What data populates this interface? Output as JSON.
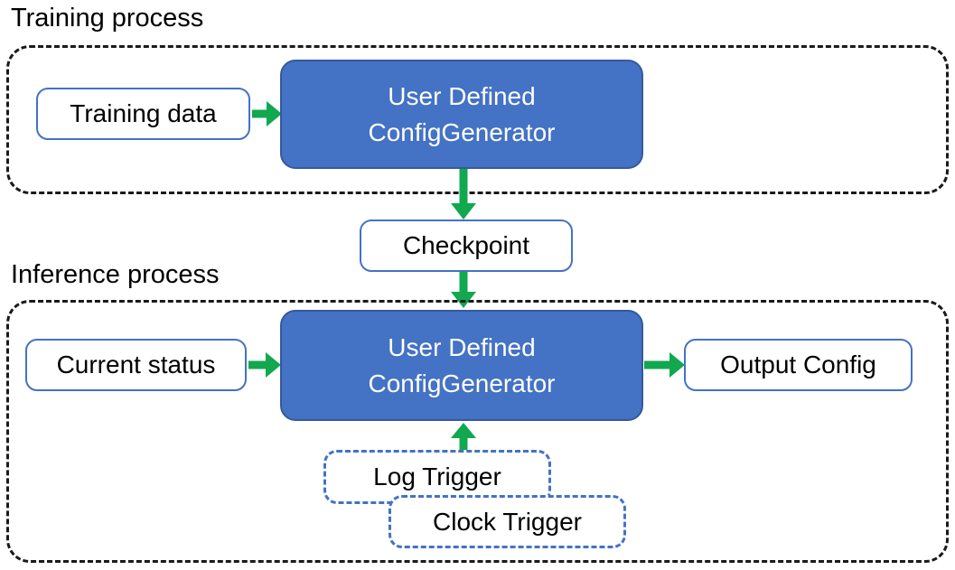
{
  "colors": {
    "box_blue_fill": "#4472C4",
    "box_blue_border": "#36599C",
    "white_box_border": "#4472C4",
    "trigger_dashed_border": "#4472C4",
    "arrow_green": "#11A84F",
    "container_dash": "#1A1A1A",
    "text_dark": "#000000",
    "text_light": "#FFFFFF"
  },
  "training": {
    "title": "Training process",
    "input_box": "Training data",
    "generator": {
      "line1": "User Defined",
      "line2": "ConfigGenerator"
    }
  },
  "checkpoint": {
    "label": "Checkpoint"
  },
  "inference": {
    "title": "Inference process",
    "input_box": "Current status",
    "generator": {
      "line1": "User Defined",
      "line2": "ConfigGenerator"
    },
    "output_box": "Output Config",
    "triggers": {
      "log": "Log Trigger",
      "clock": "Clock Trigger"
    }
  }
}
